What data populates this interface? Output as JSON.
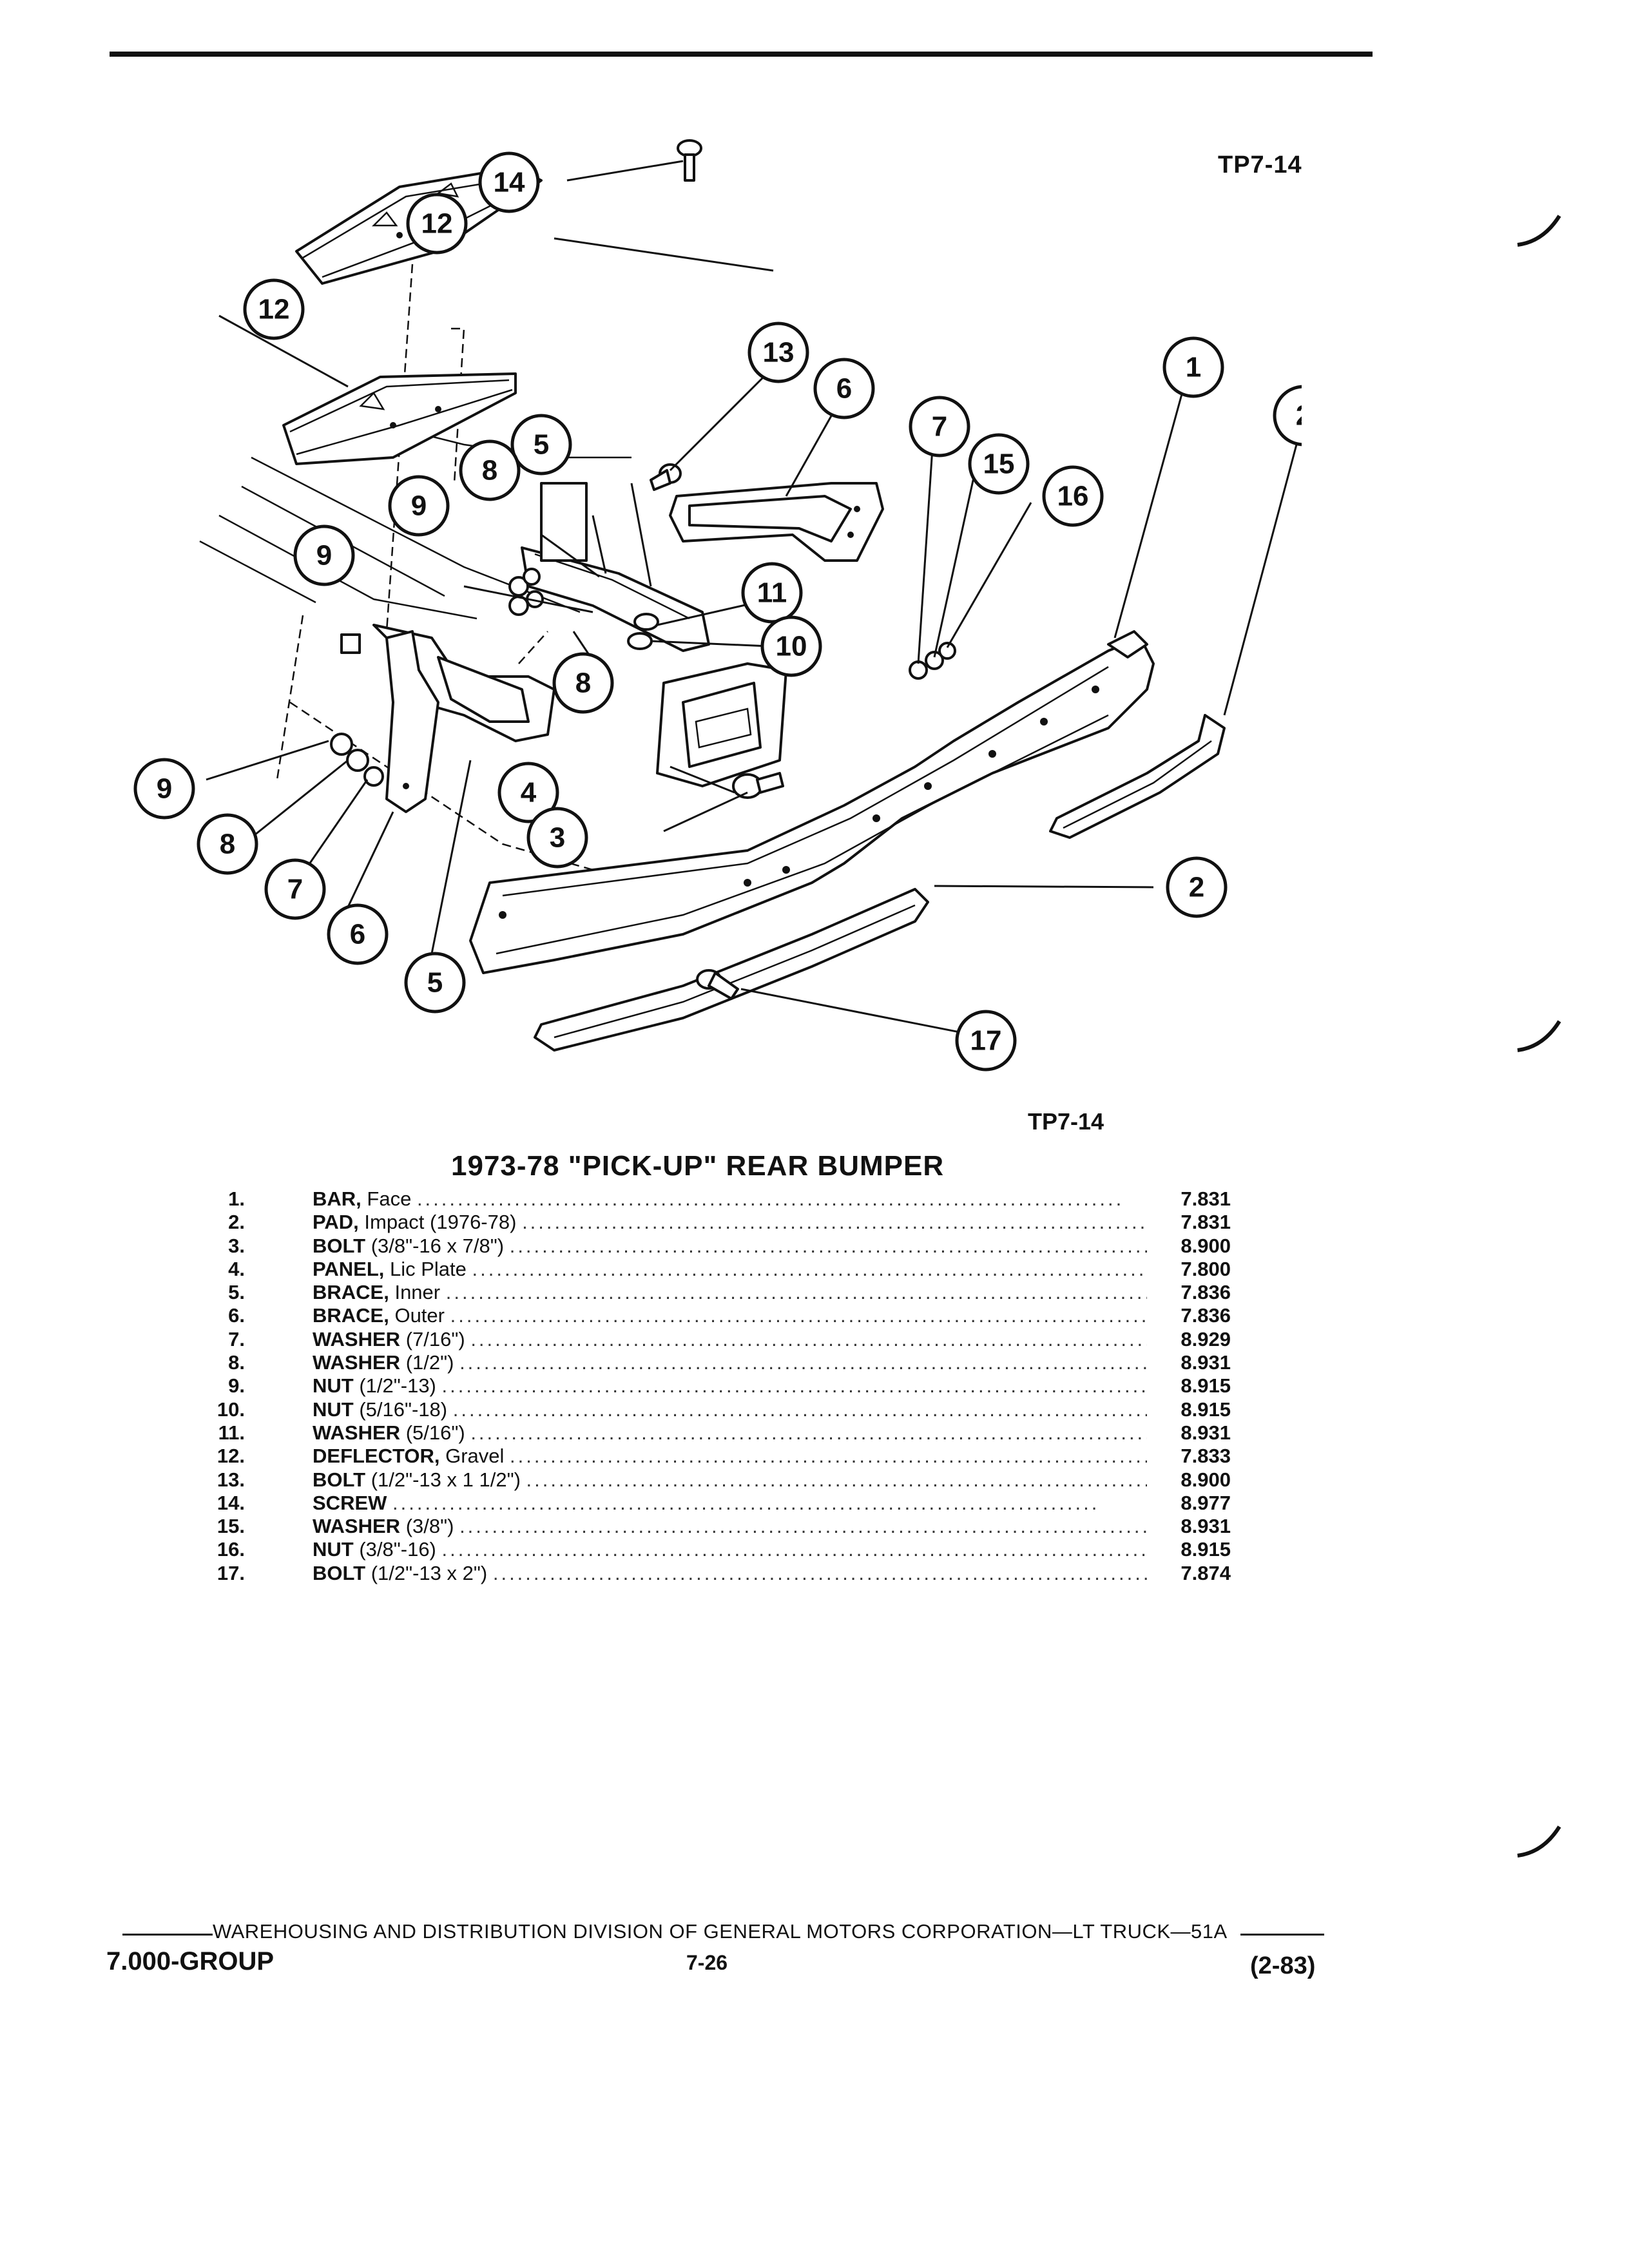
{
  "figure_ref_top": "TP7-14",
  "figure_ref_bottom": "TP7-14",
  "title": "1973-78 \"PICK-UP\" REAR BUMPER",
  "callouts": [
    "1",
    "2",
    "3",
    "4",
    "5",
    "6",
    "7",
    "8",
    "9",
    "10",
    "11",
    "12",
    "13",
    "14",
    "15",
    "16",
    "17"
  ],
  "parts": [
    {
      "num": "1.",
      "name": "BAR,",
      "detail": " Face",
      "group": "7.831"
    },
    {
      "num": "2.",
      "name": "PAD,",
      "detail": " Impact (1976-78)",
      "group": "7.831"
    },
    {
      "num": "3.",
      "name": "BOLT",
      "detail": " (3/8\"-16 x 7/8\")",
      "group": "8.900"
    },
    {
      "num": "4.",
      "name": "PANEL,",
      "detail": " Lic Plate",
      "group": "7.800"
    },
    {
      "num": "5.",
      "name": "BRACE,",
      "detail": " Inner",
      "group": "7.836"
    },
    {
      "num": "6.",
      "name": "BRACE,",
      "detail": " Outer",
      "group": "7.836"
    },
    {
      "num": "7.",
      "name": "WASHER",
      "detail": " (7/16\")",
      "group": "8.929"
    },
    {
      "num": "8.",
      "name": "WASHER",
      "detail": " (1/2\")",
      "group": "8.931"
    },
    {
      "num": "9.",
      "name": "NUT",
      "detail": " (1/2\"-13)",
      "group": "8.915"
    },
    {
      "num": "10.",
      "name": "NUT",
      "detail": " (5/16\"-18)",
      "group": "8.915"
    },
    {
      "num": "11.",
      "name": "WASHER",
      "detail": " (5/16\")",
      "group": "8.931"
    },
    {
      "num": "12.",
      "name": "DEFLECTOR,",
      "detail": " Gravel",
      "group": "7.833"
    },
    {
      "num": "13.",
      "name": "BOLT",
      "detail": " (1/2\"-13 x 1 1/2\")",
      "group": "8.900"
    },
    {
      "num": "14.",
      "name": "SCREW",
      "detail": "",
      "group": "8.977"
    },
    {
      "num": "15.",
      "name": "WASHER",
      "detail": " (3/8\")",
      "group": "8.931"
    },
    {
      "num": "16.",
      "name": "NUT",
      "detail": " (3/8\"-16)",
      "group": "8.915"
    },
    {
      "num": "17.",
      "name": "BOLT",
      "detail": " (1/2\"-13 x 2\")",
      "group": "7.874"
    }
  ],
  "footer": {
    "text": "WAREHOUSING AND DISTRIBUTION  DIVISION OF GENERAL MOTORS CORPORATION—LT TRUCK—51A",
    "group": "7.000-GROUP",
    "page": "7-26",
    "date": "(2-83)"
  }
}
